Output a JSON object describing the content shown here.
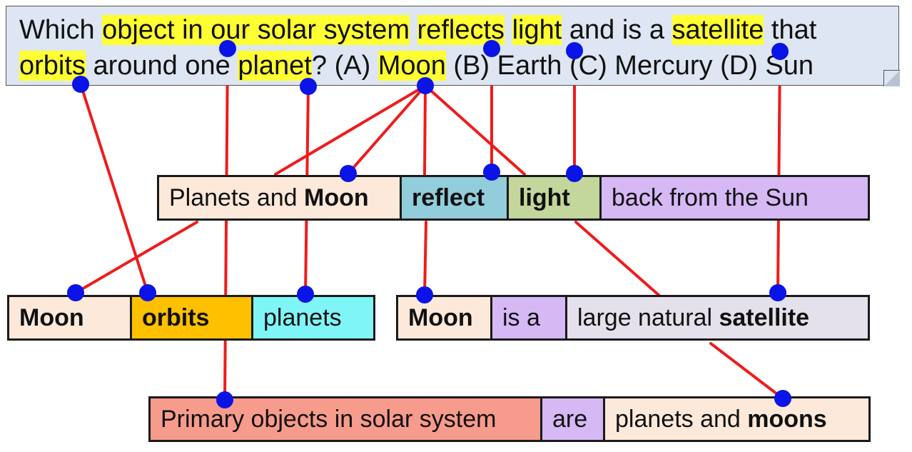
{
  "question": {
    "line1": [
      {
        "text": "Which ",
        "hl": false
      },
      {
        "text": "object in our solar system",
        "hl": true
      },
      {
        "text": " ",
        "hl": false
      },
      {
        "text": "reflects",
        "hl": true
      },
      {
        "text": " ",
        "hl": false
      },
      {
        "text": "light",
        "hl": true
      },
      {
        "text": " and is a ",
        "hl": false
      },
      {
        "text": "satellite",
        "hl": true
      },
      {
        "text": " that",
        "hl": false
      }
    ],
    "line2": [
      {
        "text": "orbits",
        "hl": true
      },
      {
        "text": " around one ",
        "hl": false
      },
      {
        "text": "planet",
        "hl": true
      },
      {
        "text": "? (A) ",
        "hl": false
      },
      {
        "text": "Moon",
        "hl": true
      },
      {
        "text": " (B) Earth (C) Mercury (D)  Sun",
        "hl": false
      }
    ]
  },
  "rows": {
    "row1": [
      {
        "parts": [
          {
            "text": "Planets and ",
            "bold": false
          },
          {
            "text": "Moon",
            "bold": true
          }
        ],
        "color": "#fde9d9"
      },
      {
        "parts": [
          {
            "text": "reflect",
            "bold": true
          }
        ],
        "color": "#92cddc"
      },
      {
        "parts": [
          {
            "text": "light",
            "bold": true
          }
        ],
        "color": "#c3d69b"
      },
      {
        "parts": [
          {
            "text": "back from the Sun",
            "bold": false
          }
        ],
        "color": "#d6b8f5"
      }
    ],
    "row2a": [
      {
        "parts": [
          {
            "text": "Moon",
            "bold": true
          }
        ],
        "color": "#fde9d9"
      },
      {
        "parts": [
          {
            "text": "orbits",
            "bold": true
          }
        ],
        "color": "#ffc000"
      },
      {
        "parts": [
          {
            "text": "planets",
            "bold": false
          }
        ],
        "color": "#7ff5f8"
      }
    ],
    "row2b": [
      {
        "parts": [
          {
            "text": "Moon",
            "bold": true
          }
        ],
        "color": "#fde9d9"
      },
      {
        "parts": [
          {
            "text": "is a",
            "bold": false
          }
        ],
        "color": "#d6b8f5"
      },
      {
        "parts": [
          {
            "text": "large natural ",
            "bold": false
          },
          {
            "text": "satellite",
            "bold": true
          }
        ],
        "color": "#e4e0ec"
      }
    ],
    "row3": [
      {
        "parts": [
          {
            "text": "Primary objects in solar system",
            "bold": false
          }
        ],
        "color": "#f79b8d"
      },
      {
        "parts": [
          {
            "text": "are",
            "bold": false
          }
        ],
        "color": "#d6b8f5"
      },
      {
        "parts": [
          {
            "text": "planets and ",
            "bold": false
          },
          {
            "text": "moons",
            "bold": true
          }
        ],
        "color": "#fde9d9"
      }
    ]
  },
  "colors": {
    "highlight": "#ffff33",
    "link": "#ee1c1c",
    "node": "#0a14e6",
    "question_bg": "#dde6f2"
  }
}
